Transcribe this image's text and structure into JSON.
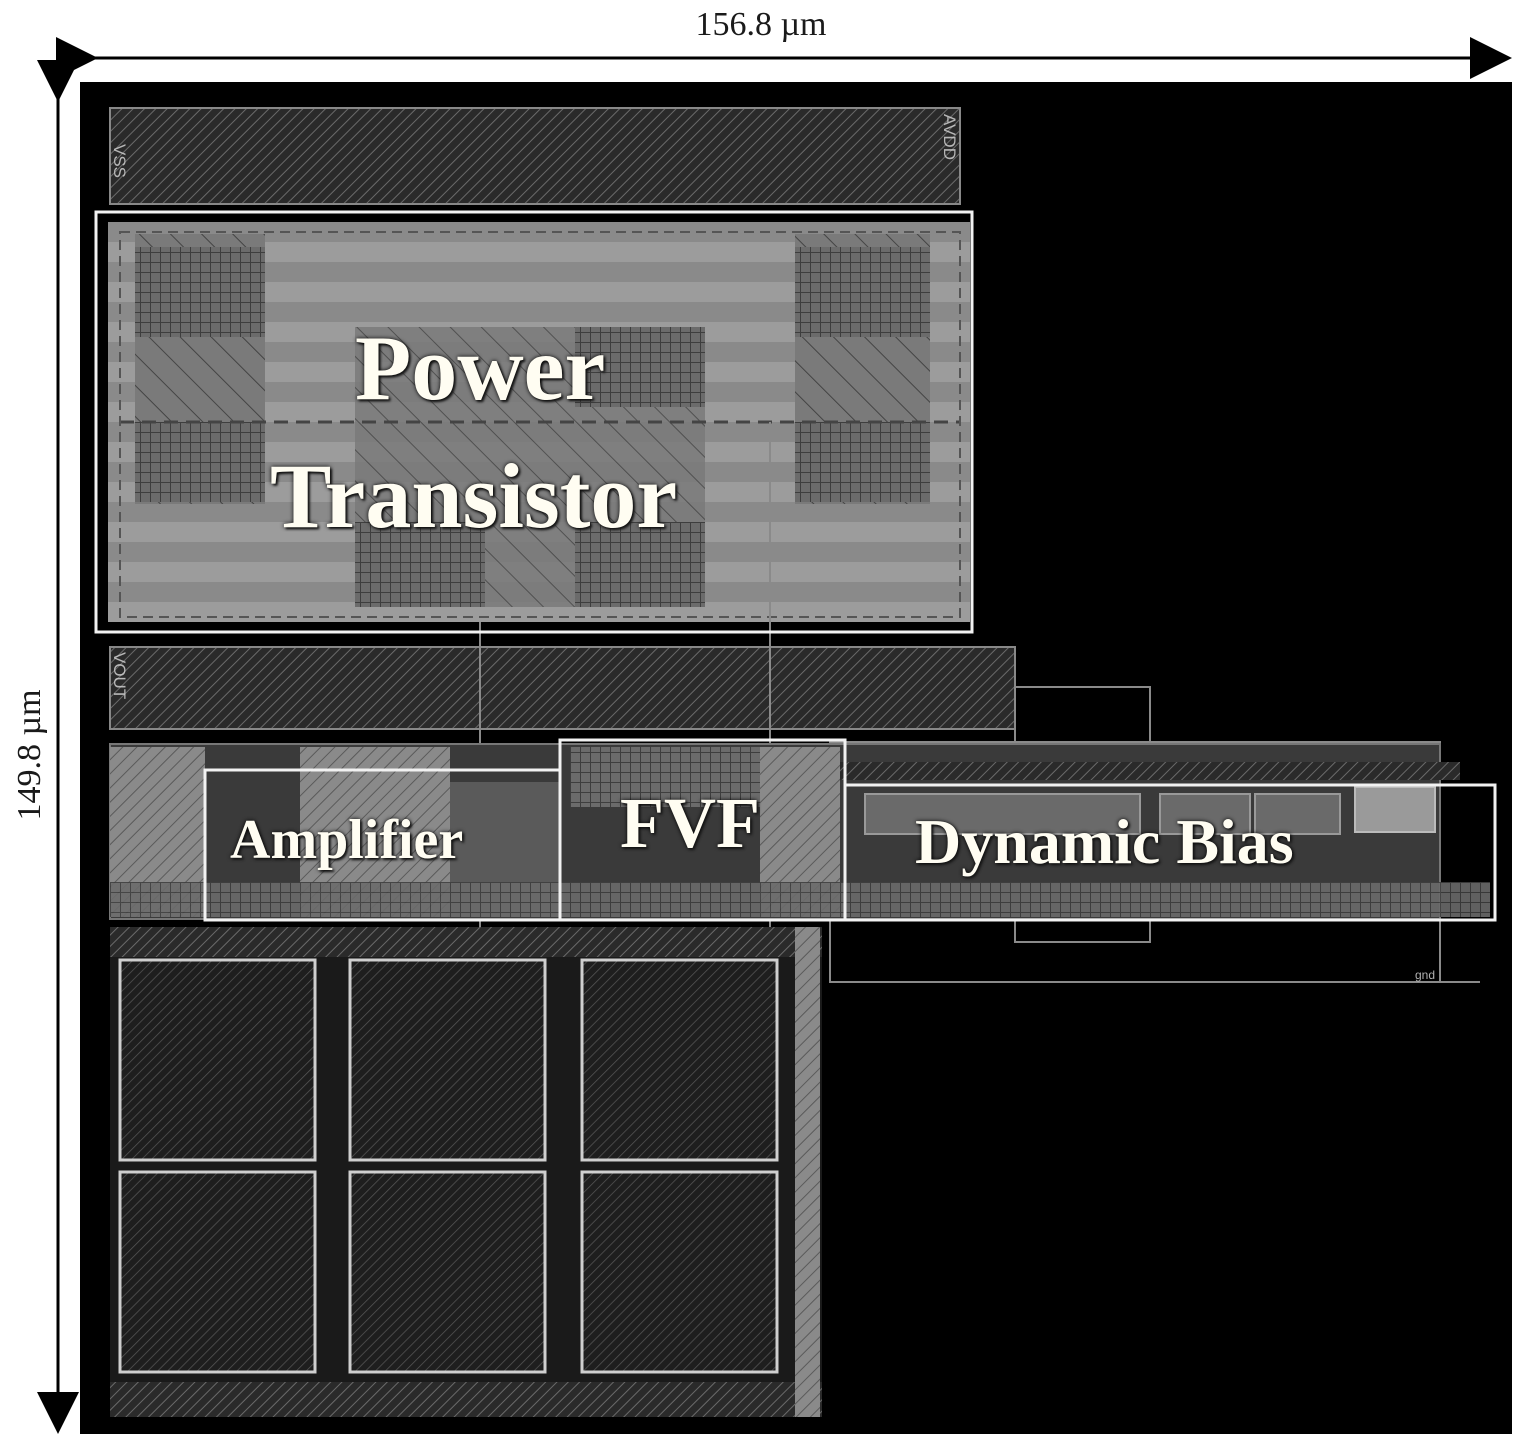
{
  "dimensions": {
    "width_label": "156.8 µm",
    "height_label": "149.8 µm"
  },
  "blocks": {
    "power_transistor": {
      "line1": "Power",
      "line2": "Transistor"
    },
    "amplifier": "Amplifier",
    "fvf": "FVF",
    "dynamic_bias": "Dynamic Bias"
  },
  "pins": {
    "vss": "VSS",
    "avdd": "AVDD",
    "vout": "VOUT",
    "gnd": "gnd"
  },
  "colors": {
    "background": "#ffffff",
    "chip_background": "#000000",
    "block_outline": "#f2f2f2",
    "label_text": "#fffdf2"
  }
}
